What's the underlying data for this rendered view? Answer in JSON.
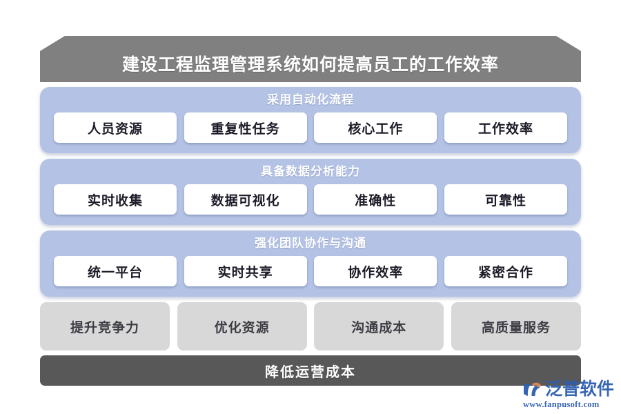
{
  "header": {
    "title": "建设工程监理管理系统如何提高员工的工作效率",
    "background_color": "#808080",
    "text_color": "#ffffff"
  },
  "theme": {
    "panel_color": "#b4c3e5",
    "card_color": "#ffffff",
    "gray_card_color": "#d8d8d8",
    "bottom_bar_color": "#585858",
    "page_background": "#ffffff",
    "watermark_color": "#2e5fb0",
    "watermark_accent_color": "#d98a5a"
  },
  "sections": [
    {
      "title": "采用自动化流程",
      "items": [
        {
          "label": "人员资源"
        },
        {
          "label": "重复性任务"
        },
        {
          "label": "核心工作"
        },
        {
          "label": "工作效率"
        }
      ]
    },
    {
      "title": "具备数据分析能力",
      "items": [
        {
          "label": "实时收集"
        },
        {
          "label": "数据可视化"
        },
        {
          "label": "准确性"
        },
        {
          "label": "可靠性"
        }
      ]
    },
    {
      "title": "强化团队协作与沟通",
      "items": [
        {
          "label": "统一平台"
        },
        {
          "label": "实时共享"
        },
        {
          "label": "协作效率"
        },
        {
          "label": "紧密合作"
        }
      ]
    }
  ],
  "outcomes": [
    {
      "label": "提升竞争力"
    },
    {
      "label": "优化资源"
    },
    {
      "label": "沟通成本"
    },
    {
      "label": "高质量服务"
    }
  ],
  "footer": {
    "label": "降低运营成本"
  },
  "watermark": {
    "brand": "泛普软件",
    "url": "www.fanpusoft.com",
    "logo_icon": "fanpu-swoosh-logo-icon"
  }
}
